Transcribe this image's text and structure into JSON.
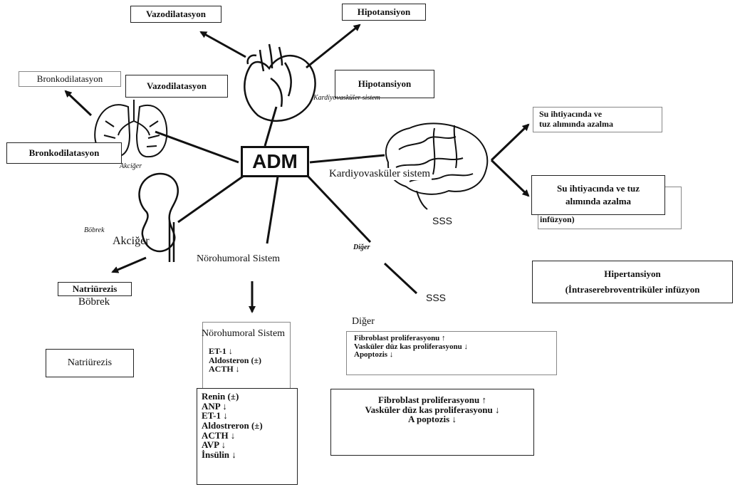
{
  "center": {
    "label": "ADM"
  },
  "overlay_labels": {
    "vazodilatasyon_top": "Vazodilatasyon",
    "hipotansiyon_top": "Hipotansiyon",
    "bronkodilatasyon_top": "Bronkodilatasyon",
    "vazodilatasyon_mid": "Vazodilatasyon",
    "hipotansiyon_mid": "Hipotansiyon",
    "kardiyo_italic": "Kardiyovasküler sistem",
    "bronkodilatasyon_left": "Bronkodilatasyon",
    "akciger_italic": "Akciğer",
    "kardiyovaskuler_sistem": "Kardiyovasküler sistem",
    "su_small_line1": "Su ihtiyacında ve",
    "su_small_line2": "tuz alımında azalma",
    "su_big_line1": "Su ihtiyacında ve tuz",
    "su_big_line2": "alımında azalma",
    "infuzyon_partial": "infüzyon)",
    "sss_upper": "SSS",
    "bobrek_italic": "Böbrek",
    "akciger_plain": "Akciğer",
    "diger_italic": "Diğer",
    "norohumoral_upper": "Nörohumoral Sistem",
    "hipertansiyon_line1": "Hipertansiyon",
    "hipertansiyon_line2": "(İntraserebroventriküler infüzyon",
    "natriurezis_small": "Natriürezis",
    "bobrek_plain": "Böbrek",
    "sss_lower": "SSS",
    "diger_plain": "Diğer",
    "natriurezis_box": "Natriürezis",
    "norohumoral_box": "Nörohumoral Sistem"
  },
  "lists": {
    "norohumoral_small": [
      "ET-1 ↓",
      "Aldosteron (±)",
      "ACTH ↓"
    ],
    "norohumoral_big": [
      "Renin (±)",
      "ANP ↓",
      "ET-1 ↓",
      "Aldostreron (±)",
      "ACTH ↓",
      "AVP ↓",
      "İnsülin ↓"
    ],
    "diger_small": [
      "Fibroblast proliferasyonu ↑",
      "Vasküler düz kas proliferasyonu ↓",
      "Apoptozis ↓"
    ],
    "diger_big": [
      "Fibroblast proliferasyonu ↑",
      "Vasküler düz kas proliferasyonu ↓",
      "A poptozis ↓"
    ]
  },
  "icons": [
    "heart-icon",
    "lungs-icon",
    "brain-icon",
    "kidney-icon"
  ]
}
